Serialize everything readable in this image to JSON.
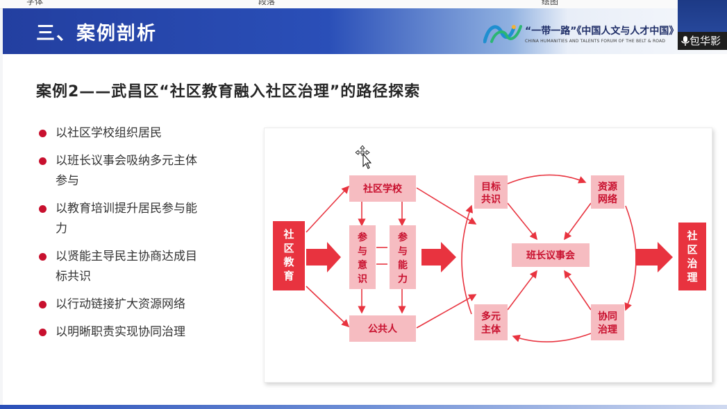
{
  "top_strip": {
    "fragments": [
      "字体",
      "段落",
      "绘图"
    ]
  },
  "banner": {
    "title": "三、案例剖析"
  },
  "forum": {
    "title": "“一带一路”《中国人文与人才中国》",
    "subtitle": "CHINA HUMANITIES AND TALENTS FORUM OF THE BELT & ROAD"
  },
  "slide": {
    "heading": "案例2——武昌区“社区教育融入社区治理”的路径探索",
    "bullets": [
      {
        "line1": "以社区学校组织居民"
      },
      {
        "line1": "以班长议事会吸纳多元主体",
        "line2": "参与"
      },
      {
        "line1": "以教育培训提升居民参与能",
        "line2": "力"
      },
      {
        "line1": "以贤能主导民主协商达成目",
        "line2": "标共识"
      },
      {
        "line1": "以行动链接扩大资源网络"
      },
      {
        "line1": "以明晰职责实现协同治理"
      }
    ]
  },
  "diagram": {
    "left_box": [
      "社",
      "区",
      "教",
      "育"
    ],
    "right_box": [
      "社",
      "区",
      "治",
      "理"
    ],
    "school": "社区学校",
    "awareness": [
      "参",
      "与",
      "意",
      "识"
    ],
    "ability": [
      "参",
      "与",
      "能",
      "力"
    ],
    "public": "公共人",
    "goal": [
      "目标",
      "共识"
    ],
    "resource": [
      "资源",
      "网络"
    ],
    "council": "班长议事会",
    "diverse": [
      "多元",
      "主体"
    ],
    "cogov": [
      "协同",
      "治理"
    ]
  },
  "user": {
    "name": "包华影"
  },
  "colors": {
    "accent_red": "#e8333f",
    "box_pink": "#f6bcc1",
    "box_text": "#c8102e",
    "banner_blue": "#233fa0"
  }
}
